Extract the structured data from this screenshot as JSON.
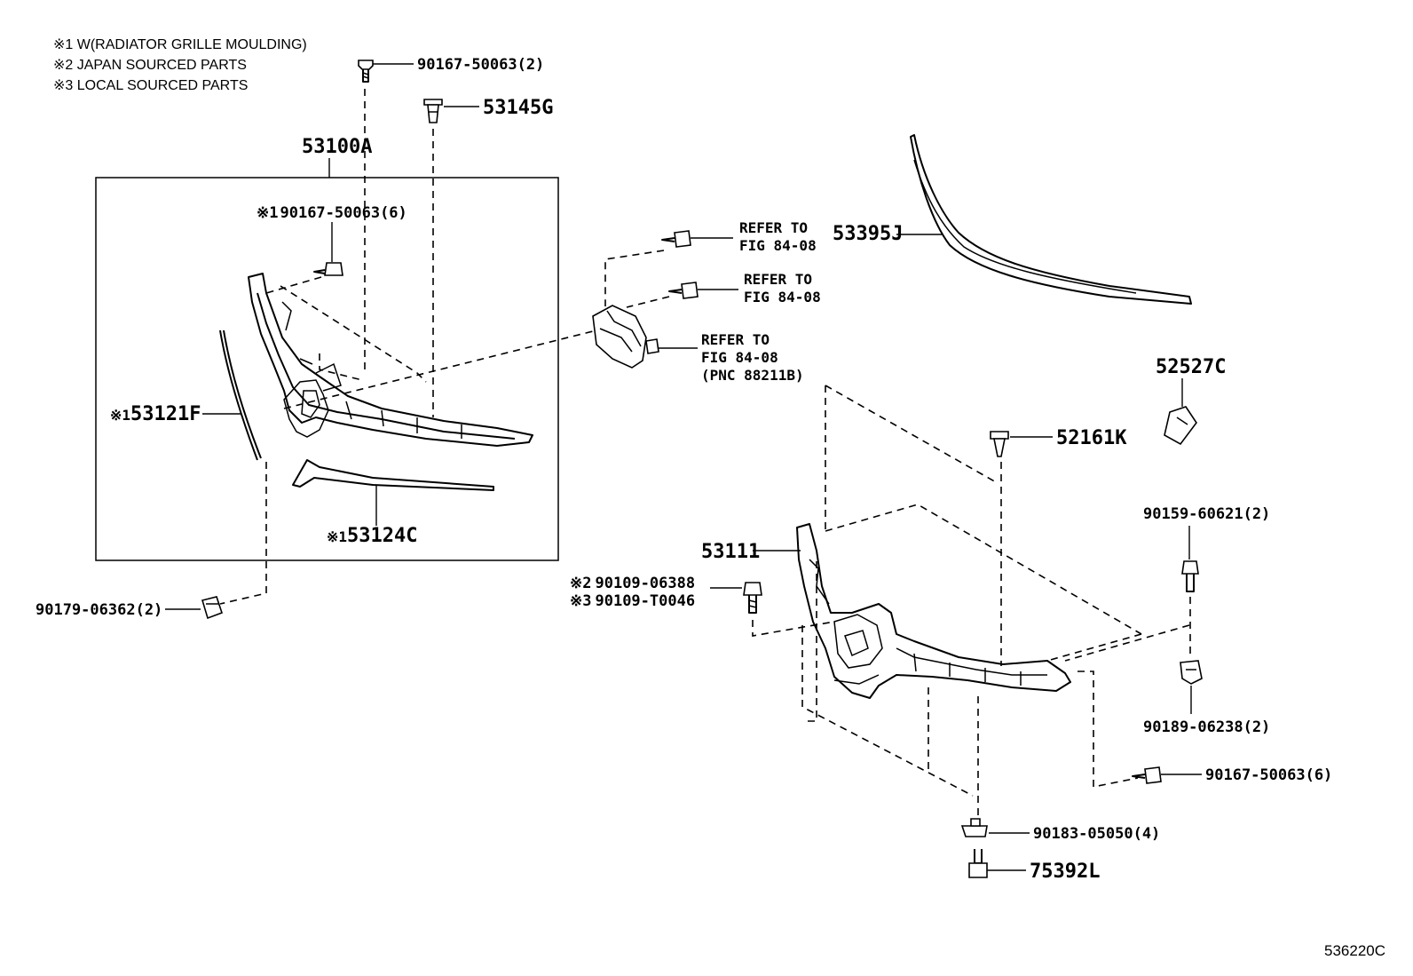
{
  "notes": [
    "※1 W(RADIATOR GRILLE MOULDING)",
    "※2 JAPAN SOURCED PARTS",
    "※3 LOCAL SOURCED PARTS"
  ],
  "callouts": {
    "p90167_2": "90167-50063(2)",
    "p53145g": "53145G",
    "p53100a": "53100A",
    "p90167_6_top_prefix": "※1",
    "p90167_6_top": "90167-50063(6)",
    "p53121f_prefix": "※1",
    "p53121f": "53121F",
    "p53124c_prefix": "※1",
    "p53124c": "53124C",
    "p90179": "90179-06362(2)",
    "p53395j": "53395J",
    "p52527c": "52527C",
    "p52161k": "52161K",
    "p90159": "90159-60621(2)",
    "p53111": "53111",
    "p90109_jp_prefix": "※2",
    "p90109_jp": "90109-06388",
    "p90109_lc_prefix": "※3",
    "p90109_lc": "90109-T0046",
    "p90189": "90189-06238(2)",
    "p90167_6_bottom": "90167-50063(6)",
    "p90183": "90183-05050(4)",
    "p75392l": "75392L"
  },
  "references": {
    "ref1_line1": "REFER TO",
    "ref1_line2": "FIG 84-08",
    "ref2_line1": "REFER TO",
    "ref2_line2": "FIG 84-08",
    "ref3_line1": "REFER TO",
    "ref3_line2": "FIG 84-08",
    "ref3_line3": "(PNC 88211B)"
  },
  "illustration_code": "536220C"
}
